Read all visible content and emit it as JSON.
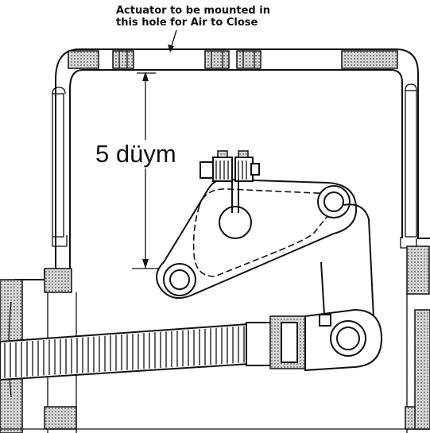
{
  "labels": {
    "callout_line1": "Actuator to be mounted in",
    "callout_line2": "this hole for Air to Close",
    "dimension": "5 düym"
  }
}
